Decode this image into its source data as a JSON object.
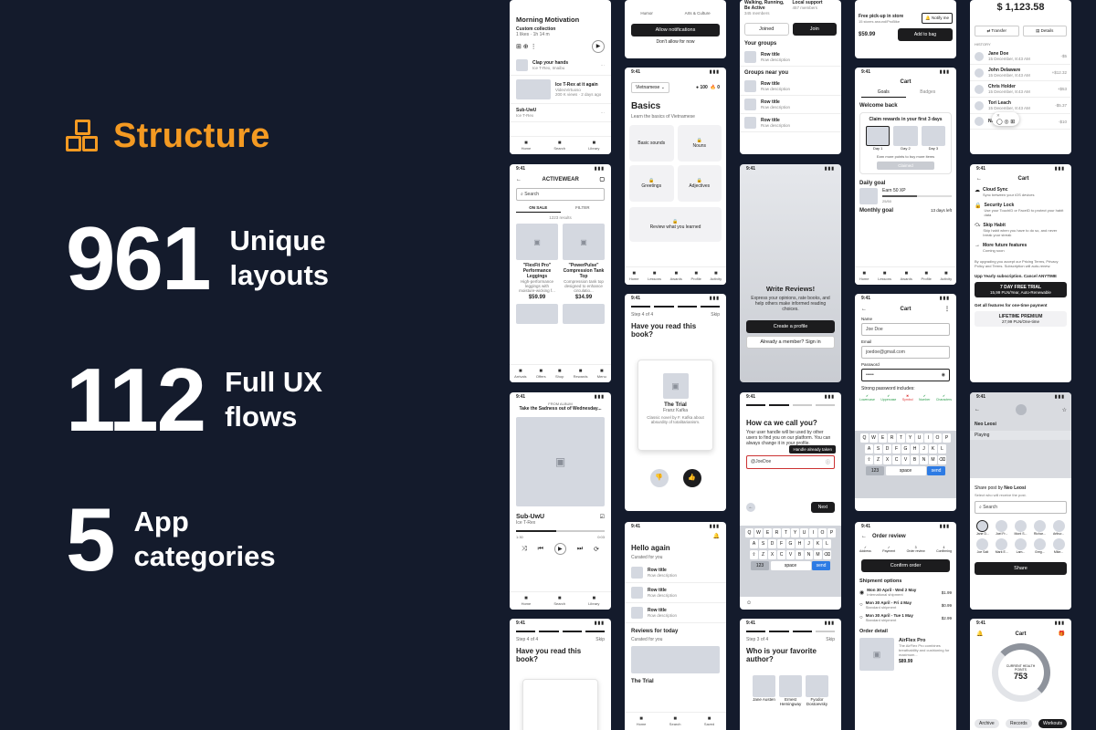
{
  "hero": {
    "brand": "Structure",
    "stats": [
      {
        "number": "961",
        "label_line1": "Unique",
        "label_line2": "layouts"
      },
      {
        "number": "112",
        "label_line1": "Full UX",
        "label_line2": "flows"
      },
      {
        "number": "5",
        "label_line1": "App",
        "label_line2": "categories"
      }
    ]
  },
  "status_time": "9:41",
  "music": {
    "title": "Morning Motivation",
    "subtitle": "Custom collection",
    "meta": "1 likes · 1h 14 m",
    "items": [
      {
        "title": "Clap your hands",
        "sub": "Ice T-Rex, Imaibu"
      },
      {
        "title": "Ice T-Rex at it again",
        "sub": "VideoVirtuoso",
        "meta": "200 K views · 2 days ago"
      },
      {
        "title": "Sub-UwU",
        "sub": "Ice T-Rex"
      }
    ],
    "nav": [
      "Home",
      "Search",
      "Library"
    ]
  },
  "shop": {
    "title": "ACTIVEWEAR",
    "search": "Search",
    "tabs": [
      "ON SALE",
      "FILTER"
    ],
    "results": "1223 results",
    "products": [
      {
        "name": "\"FlexFit Pro\" Performance Leggings",
        "desc": "High-performance leggings with moisture-wicking f...",
        "price": "$59.99"
      },
      {
        "name": "\"PowerPulse\" Compression Tank Top",
        "desc": "Compression tank top designed to enhance circulatio...",
        "price": "$34.99"
      }
    ],
    "nav": [
      "Arrivals",
      "Offers",
      "Shop",
      "Rewards",
      "Menu"
    ]
  },
  "player": {
    "from": "FROM ALBUM",
    "album": "Take the Sadness out of Wednesday...",
    "track": "Sub-UwU",
    "artist": "Ice T-Rex",
    "elapsed": "1:30",
    "remaining": "0:03",
    "nav": [
      "Home",
      "Search",
      "Library"
    ]
  },
  "notif": {
    "cats": [
      "Humor",
      "Arts & Culture"
    ],
    "allow": "Allow notifications",
    "deny": "Don't allow for now"
  },
  "lang": {
    "language": "Vietnamese",
    "count": "100",
    "streak": "0",
    "title": "Basics",
    "sub": "Learn the basics of Vietnamese",
    "tiles": [
      "Basic sounds",
      "Nouns",
      "Greetings",
      "Adjectives"
    ],
    "review": "Review what you learned",
    "nav": [
      "Home",
      "Lessons",
      "Awards",
      "Profile",
      "Activity"
    ]
  },
  "book1": {
    "step": "Step 4 of 4",
    "skip": "Skip",
    "question": "Have you read this book?",
    "book_title": "The Trial",
    "author": "Franz Kafka",
    "desc": "Classic novel by F. Kafka about absurdity of totalitarianism."
  },
  "reads": {
    "greeting": "Hello again",
    "curated": "Curated for you",
    "rows": [
      {
        "t": "Row title",
        "d": "Row description"
      },
      {
        "t": "Row title",
        "d": "Row description"
      },
      {
        "t": "Row title",
        "d": "Row description"
      }
    ],
    "reviews": "Reviews for today",
    "curated2": "Curated for you",
    "bottom": "The Trial",
    "nav": [
      "Home",
      "Search",
      "Saved"
    ]
  },
  "book2": {
    "step": "Step 4 of 4",
    "skip": "Skip",
    "question": "Have you read this book?"
  },
  "groups": {
    "card1": "Walking, Running, Be Active",
    "card1_meta": "345 members",
    "card2": "Local support",
    "card2_meta": "457 members",
    "joined": "Joined",
    "join": "Join",
    "your_groups": "Your groups",
    "near": "Groups near you",
    "rows": [
      {
        "t": "Row title",
        "d": "Row description"
      },
      {
        "t": "Row title",
        "d": "Row description"
      },
      {
        "t": "Row title",
        "d": "Row description"
      },
      {
        "t": "Row title",
        "d": "Row description"
      }
    ]
  },
  "reviews": {
    "title": "Write Reviews!",
    "body": "Express your opinions, rate books, and help others make informed reading choices.",
    "create": "Create a profile",
    "member": "Already a member? Sign in"
  },
  "callname": {
    "title": "How ca we call you?",
    "body": "Your user handle will be used by other users to find you on our platform. You can always change it in your profile.",
    "tooltip": "Handle already taken",
    "value": "@JoeDoe",
    "next": "Next"
  },
  "author": {
    "step": "Step 3 of 4",
    "skip": "Skip",
    "question": "Who is your favorite author?",
    "authors": [
      "Jane Austen",
      "Ernest Hemingway",
      "Fyodor Dostoevsky"
    ]
  },
  "pickup": {
    "label": "Free pick-up in store",
    "sub": "15 stores around/ProBike",
    "notify": "Notify me",
    "price": "$59.99",
    "add": "Add to bag"
  },
  "cart1": {
    "title": "Cart",
    "tabs": [
      "Goals",
      "Badges"
    ],
    "welcome": "Welcome back",
    "claim": "Claim rewards in your first 3 days",
    "days": [
      "Day 1",
      "Day 2",
      "Day 3"
    ],
    "more": "Earn more points to buy more items",
    "claimed": "Claimed",
    "daily": "Daily goal",
    "earn": "Earn 50 XP",
    "earn_meta": "25/50",
    "monthly": "Monthly goal",
    "left": "13 days left",
    "nav": [
      "Home",
      "Lessons",
      "Awards",
      "Profile",
      "Activity"
    ]
  },
  "cart2": {
    "title": "Cart",
    "name_label": "Name",
    "name": "Joe Doe",
    "email_label": "Email",
    "email": "joedoe@gmail.com",
    "pass_label": "Password",
    "pass": "•••••",
    "strong": "Strong password includes:",
    "checks": [
      "Lowercase",
      "Uppercase",
      "Symbol",
      "Number",
      "Characters"
    ]
  },
  "order": {
    "title": "Order review",
    "steps": [
      "Address",
      "Payment",
      "Order review",
      "Confirming"
    ],
    "confirm": "Confirm order",
    "ship": "Shipment options",
    "options": [
      {
        "d": "Mon 30 April - Wed 2 May",
        "t": "International shipment",
        "p": "$1.99"
      },
      {
        "d": "Mon 30 April - Fri 4 May",
        "t": "Standard shipment",
        "p": "$0.99"
      },
      {
        "d": "Mon 30 April - Tue 1 May",
        "t": "Standard shipment",
        "p": "$2.99"
      }
    ],
    "detail": "Order detail",
    "product": "AirFlex Pro",
    "product_desc": "The AirFlex Pro combines breathability and cushioning for maximum...",
    "product_price": "$89.99"
  },
  "bank": {
    "balance": "$ 1,123.58",
    "transfer": "Transfer",
    "details": "Details",
    "history": "HISTORY",
    "rows": [
      {
        "n": "Jane Doe",
        "d": "15 December, 8:43 AM",
        "a": "-$5"
      },
      {
        "n": "John Delaware",
        "d": "15 December, 8:43 AM",
        "a": "+$12.32"
      },
      {
        "n": "Chris Holder",
        "d": "15 December, 8:43 AM",
        "a": "+$53"
      },
      {
        "n": "Tori Leach",
        "d": "15 December, 8:43 AM",
        "a": "-$5.37"
      },
      {
        "n": "Na",
        "d": "",
        "a": "-$10"
      }
    ]
  },
  "cart3": {
    "title": "Cart",
    "features": [
      {
        "t": "Cloud Sync",
        "d": "Sync between your iOS devices"
      },
      {
        "t": "Security Lock",
        "d": "Use your TouchID or FaceID to protect your habit data"
      },
      {
        "t": "Skip Habit",
        "d": "Skip habit when you have to do so, and never break your streak"
      },
      {
        "t": "More future features",
        "d": "Coming soon"
      }
    ],
    "legal": "By upgrading you accept our Pricing Terms, Privacy Policy and Terms. Subscription will auto-renew.",
    "yearly": "Upp Yearly subscription. Cancel ANYTIME",
    "trial": "7 DAY FREE TRIAL",
    "trial_price": "15,99 PLN/Year, Auto-Renewable",
    "all": "Get all features for one-time payment",
    "life": "LIFETIME PREMIUM",
    "life_price": "27,99 PLN/One-time"
  },
  "share": {
    "user": "Neo Leosi",
    "playing": "Playing",
    "share_by": "Share post by",
    "share_name": "Neo Leosi",
    "select": "Select who will receive the post.",
    "search": "Search",
    "people": [
      "Jane D...",
      "Joel Fr...",
      "Mont S...",
      "Richar...",
      "Arthur...",
      "Joe Salt",
      "Mark E...",
      "Lam...",
      "Greg...",
      "Mike..."
    ],
    "button": "Share"
  },
  "health": {
    "title": "Cart",
    "label": "CURRENT HEALTH POINTS",
    "value": "753",
    "tabs": [
      "Archive",
      "Records",
      "Workouts"
    ]
  }
}
